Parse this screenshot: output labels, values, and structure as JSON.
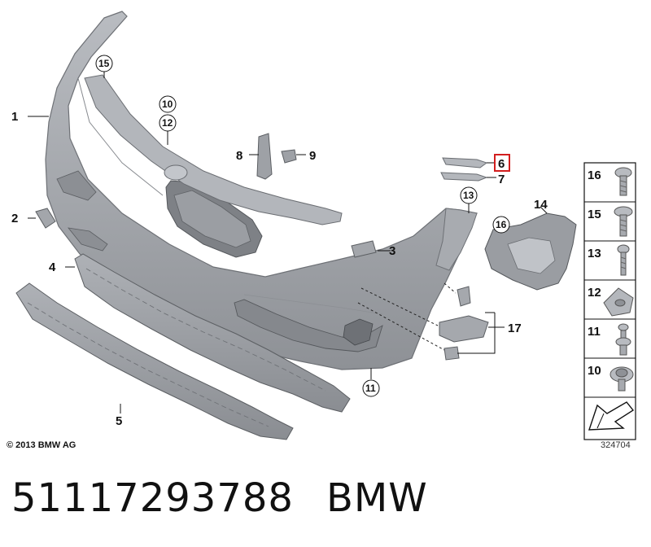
{
  "diagram": {
    "labels": {
      "l1": "1",
      "l2": "2",
      "l3": "3",
      "l4": "4",
      "l5": "5",
      "l6": "6",
      "l7": "7",
      "l8": "8",
      "l9": "9",
      "l10": "10",
      "l11": "11",
      "l12": "12",
      "l13": "13",
      "l14": "14",
      "l15": "15",
      "l16": "16",
      "l17": "17"
    },
    "highlight_color": "#d21e1e",
    "part_color": "#a4a7ac"
  },
  "panel": {
    "items": [
      "16",
      "15",
      "13",
      "12",
      "11",
      "10"
    ]
  },
  "footer": {
    "copyright": "© 2013 BMW AG",
    "ref_number": "324704"
  },
  "caption": {
    "part_number": "51117293788",
    "brand": "BMW"
  }
}
